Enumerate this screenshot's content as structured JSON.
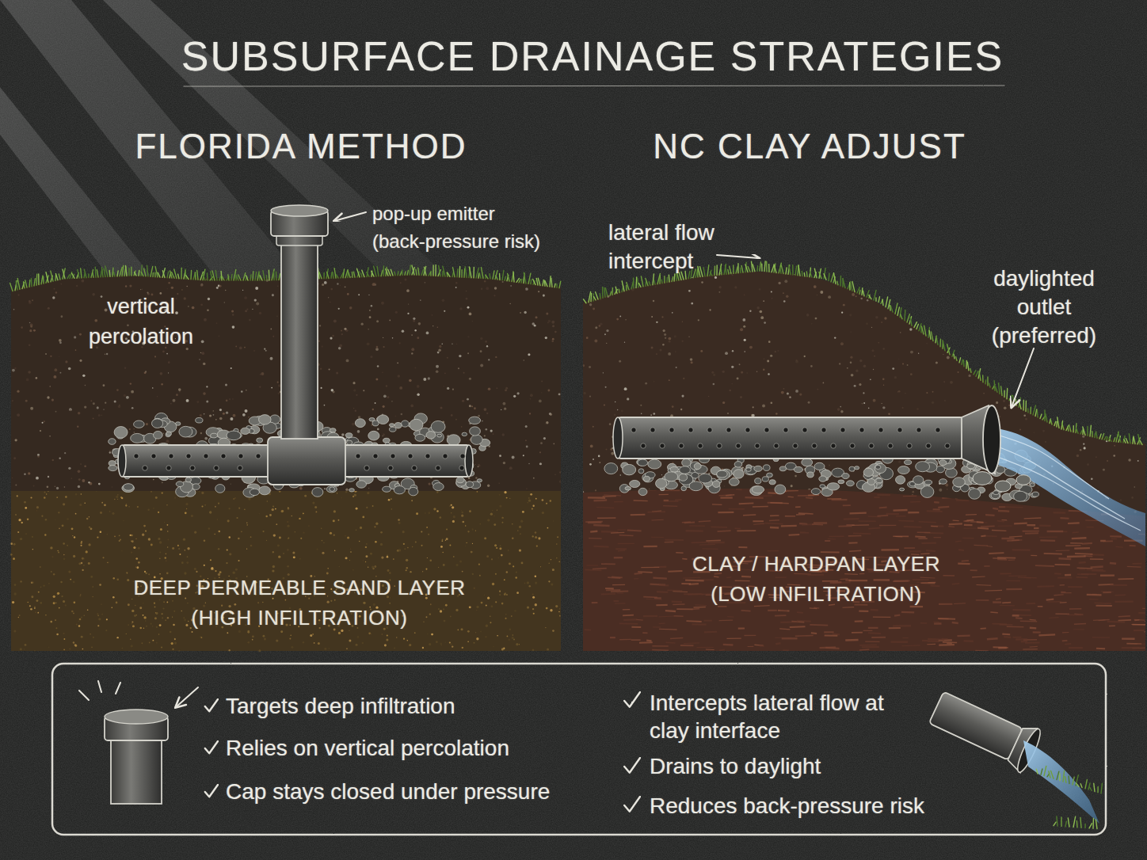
{
  "diagram": {
    "title": "SUBSURFACE DRAINAGE STRATEGIES",
    "nodes": [
      {
        "text": [
          "DEEP PERMEABLE SAND LAYER (HIGH INFILTRATION)"
        ]
      },
      {
        "text": [
          "CLAY / HARDPAN LAYER (LOW INFILTRATION)"
        ]
      },
      {
        "text": [
          "Targets deep infiltration",
          "Relies on vertical percolation",
          "Cap stays closed under pressure"
        ]
      },
      {
        "text": [
          "Intercepts lateral flow at clay interface",
          "Drains to daylight",
          "Reduces back-pressure risk"
        ]
      }
    ],
    "labels": [
      "FLORIDA METHOD",
      "NC CLAY ADJUST",
      "pop-up emitter (back-pressure risk)",
      "lateral flow intercept",
      "vertical percolation",
      "daylighted outlet (preferred)"
    ]
  }
}
